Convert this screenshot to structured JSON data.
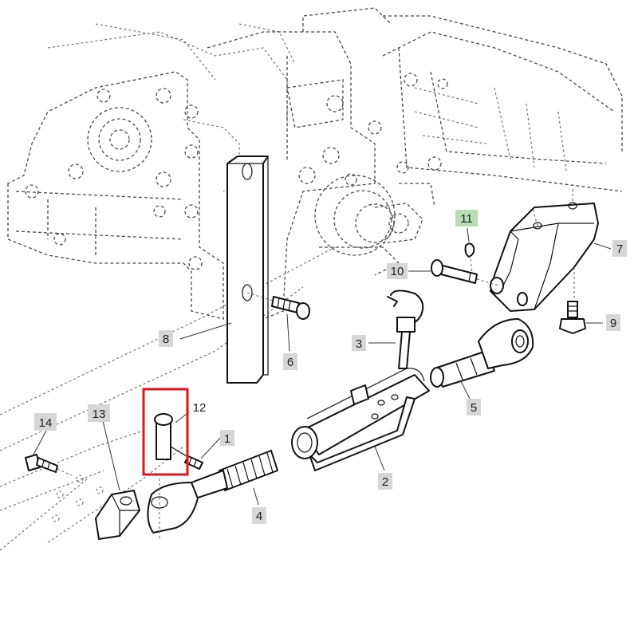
{
  "callouts": [
    {
      "id": "1",
      "text": "1",
      "highlight": false
    },
    {
      "id": "2",
      "text": "2",
      "highlight": false
    },
    {
      "id": "3",
      "text": "3",
      "highlight": false
    },
    {
      "id": "4",
      "text": "4",
      "highlight": false
    },
    {
      "id": "5",
      "text": "5",
      "highlight": false
    },
    {
      "id": "6",
      "text": "6",
      "highlight": false
    },
    {
      "id": "7",
      "text": "7",
      "highlight": false
    },
    {
      "id": "8",
      "text": "8",
      "highlight": false
    },
    {
      "id": "9",
      "text": "9",
      "highlight": false
    },
    {
      "id": "10",
      "text": "10",
      "highlight": false
    },
    {
      "id": "11",
      "text": "11",
      "highlight": true
    },
    {
      "id": "12",
      "text": "12",
      "highlight": false
    },
    {
      "id": "13",
      "text": "13",
      "highlight": false
    },
    {
      "id": "14",
      "text": "14",
      "highlight": false
    }
  ],
  "selection": {
    "part": "12",
    "color": "#e3141b"
  },
  "colors": {
    "label_bg": "#d6d6d6",
    "label_highlight_bg": "#b9dcb0",
    "line": "#111111",
    "background_line": "#4a4a4a"
  }
}
